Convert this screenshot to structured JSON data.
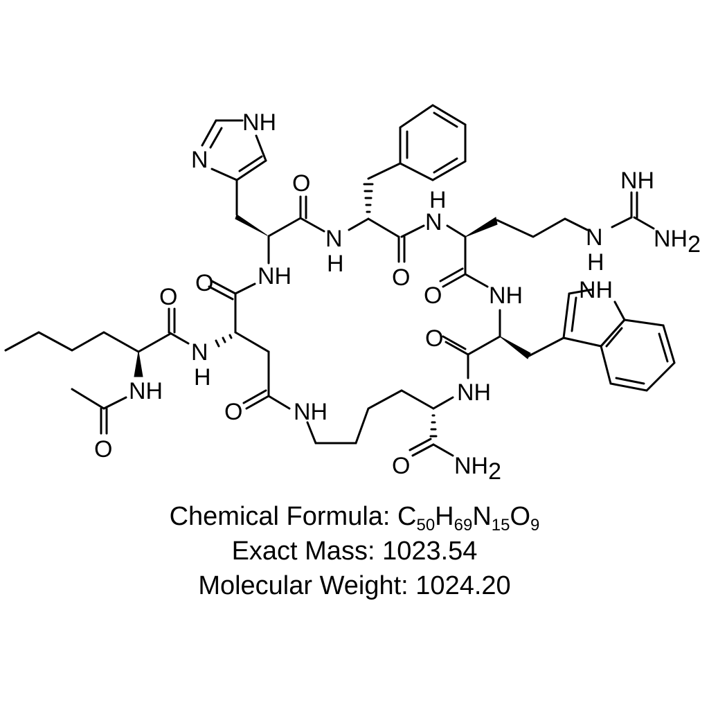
{
  "molecule": {
    "atom_labels": {
      "imidazole_nh": "NH",
      "imidazole_n": "N",
      "his_carbonyl_o": "O",
      "his_phe_amide_n": "N",
      "his_phe_amide_h": "H",
      "phe_carbonyl_o": "O",
      "phe_arg_amide_h": "H",
      "phe_arg_amide_n": "N",
      "guanidine_imine": "NH",
      "guanidine_nh2": "NH",
      "guanidine_nh2_sub": "2",
      "guanidine_n": "N",
      "guanidine_h": "H",
      "arg_carbonyl_o": "O",
      "arg_trp_amide": "NH",
      "indole_nh": "NH",
      "trp_carbonyl_o": "O",
      "trp_lys_amide": "NH",
      "asp_carbonyl_o": "O",
      "asp_his_amide": "NH",
      "nle_carbonyl_o": "O",
      "nle_asp_amide_n": "N",
      "nle_asp_amide_h": "H",
      "acetyl_nh": "NH",
      "acetyl_o": "O",
      "asp_side_o": "O",
      "lactam_nh": "NH",
      "c_terminal_o": "O",
      "c_terminal_nh2": "NH",
      "c_terminal_nh2_sub": "2"
    }
  },
  "properties": {
    "formula_label": "Chemical Formula: ",
    "formula_parts": [
      {
        "el": "C",
        "n": "50"
      },
      {
        "el": "H",
        "n": "69"
      },
      {
        "el": "N",
        "n": "15"
      },
      {
        "el": "O",
        "n": "9"
      }
    ],
    "formula_text": "C50H69N15O9",
    "exact_mass_label": "Exact Mass: ",
    "exact_mass": "1023.54",
    "molecular_weight_label": "Molecular Weight: ",
    "molecular_weight": "1024.20"
  }
}
